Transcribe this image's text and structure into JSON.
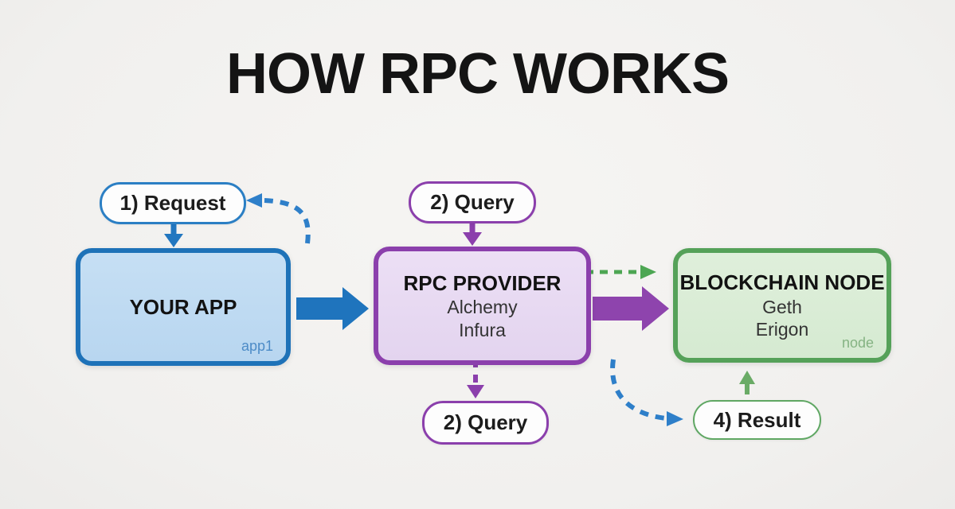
{
  "title": "HOW RPC WORKS",
  "colors": {
    "background": "#f3f2f0",
    "blue": "#2277c0",
    "blue_fill": "#bfdaf3",
    "purple": "#8b3fac",
    "purple_fill": "#e8dbf2",
    "green": "#53a35a",
    "green_fill": "#dbeed8",
    "text": "#141414"
  },
  "labels": {
    "request": "1) Request",
    "query_top": "2) Query",
    "query_bottom": "2) Query",
    "result": "4) Result"
  },
  "nodes": {
    "app": {
      "title": "YOUR APP",
      "tag": "app1",
      "lines": []
    },
    "rpc": {
      "title": "RPC PROVIDER",
      "tag": "",
      "lines": [
        "Alchemy",
        "Infura"
      ]
    },
    "chain": {
      "title": "BLOCKCHAIN NODE",
      "tag": "node",
      "lines": [
        "Geth",
        "Erigon"
      ]
    }
  },
  "edges": [
    {
      "from": "1) Request",
      "to": "YOUR APP",
      "style": "solid",
      "color": "blue"
    },
    {
      "from": "RPC PROVIDER",
      "to": "1) Request",
      "style": "dashed-curve",
      "color": "blue"
    },
    {
      "from": "YOUR APP",
      "to": "RPC PROVIDER",
      "style": "solid-thick",
      "color": "blue"
    },
    {
      "from": "2) Query",
      "to": "RPC PROVIDER",
      "style": "solid",
      "color": "purple"
    },
    {
      "from": "RPC PROVIDER",
      "to": "BLOCKCHAIN NODE",
      "style": "dashed",
      "color": "green"
    },
    {
      "from": "RPC PROVIDER",
      "to": "BLOCKCHAIN NODE",
      "style": "solid-thick",
      "color": "purple"
    },
    {
      "from": "RPC PROVIDER",
      "to": "2) Query",
      "style": "dashed",
      "color": "purple"
    },
    {
      "from": "RPC PROVIDER",
      "to": "4) Result",
      "style": "dashed-curve",
      "color": "blue"
    },
    {
      "from": "4) Result",
      "to": "BLOCKCHAIN NODE",
      "style": "solid",
      "color": "green"
    }
  ]
}
